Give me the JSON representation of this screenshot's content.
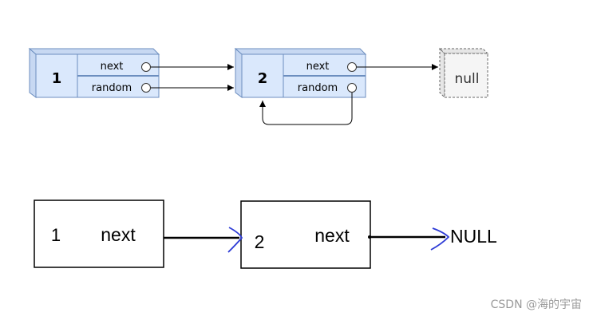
{
  "top_diagram": {
    "node1": {
      "value": "1",
      "next_label": "next",
      "random_label": "random"
    },
    "node2": {
      "value": "2",
      "next_label": "next",
      "random_label": "random"
    },
    "null_node": {
      "label": "null"
    }
  },
  "bottom_diagram": {
    "node1": {
      "value": "1",
      "next_label": "next"
    },
    "node2": {
      "value": "2",
      "next_label": "next"
    },
    "terminal": "NULL"
  },
  "watermark": "CSDN @海的宇宙",
  "colors": {
    "node_fill": "#dae8fc",
    "node_stroke": "#6c8ebf",
    "null_fill": "#f5f5f5",
    "null_stroke": "#666666",
    "hand_arrow": "#2d3bd6",
    "line": "#000000"
  }
}
